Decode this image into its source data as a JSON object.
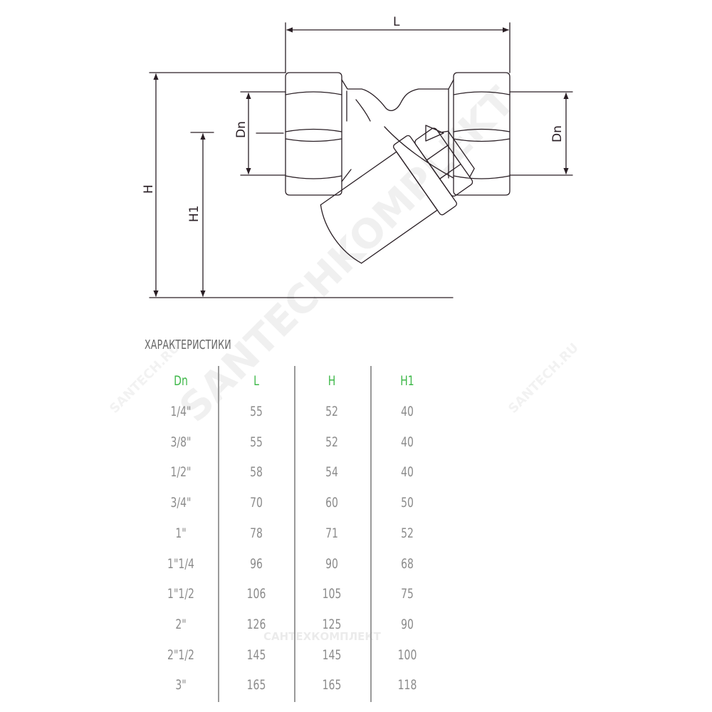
{
  "drawing": {
    "labels": {
      "L": "L",
      "H": "H",
      "H1": "H1",
      "Dn_left": "Dn",
      "Dn_right": "Dn"
    },
    "line_color": "#2a1f25"
  },
  "spec": {
    "title": "ХАРАКТЕРИСТИКИ",
    "header_color": "#3fb84a",
    "value_color": "#8c8c8c",
    "columns": [
      "Dn",
      "L",
      "H",
      "H1"
    ],
    "rows": [
      [
        "1/4\"",
        "55",
        "52",
        "40"
      ],
      [
        "3/8\"",
        "55",
        "52",
        "40"
      ],
      [
        "1/2\"",
        "58",
        "54",
        "40"
      ],
      [
        "3/4\"",
        "70",
        "60",
        "50"
      ],
      [
        "1\"",
        "78",
        "71",
        "52"
      ],
      [
        "1\"1/4",
        "96",
        "90",
        "68"
      ],
      [
        "1\"1/2",
        "106",
        "105",
        "75"
      ],
      [
        "2\"",
        "126",
        "125",
        "90"
      ],
      [
        "2\"1/2",
        "145",
        "145",
        "100"
      ],
      [
        "3\"",
        "165",
        "165",
        "118"
      ]
    ]
  },
  "watermarks": {
    "main": "SANTECHKOMPLEKT",
    "small_left": "SANTECH.RU",
    "small_right": "SANTECH.RU",
    "bottom": "САНТЕХКОМПЛЕКТ"
  }
}
